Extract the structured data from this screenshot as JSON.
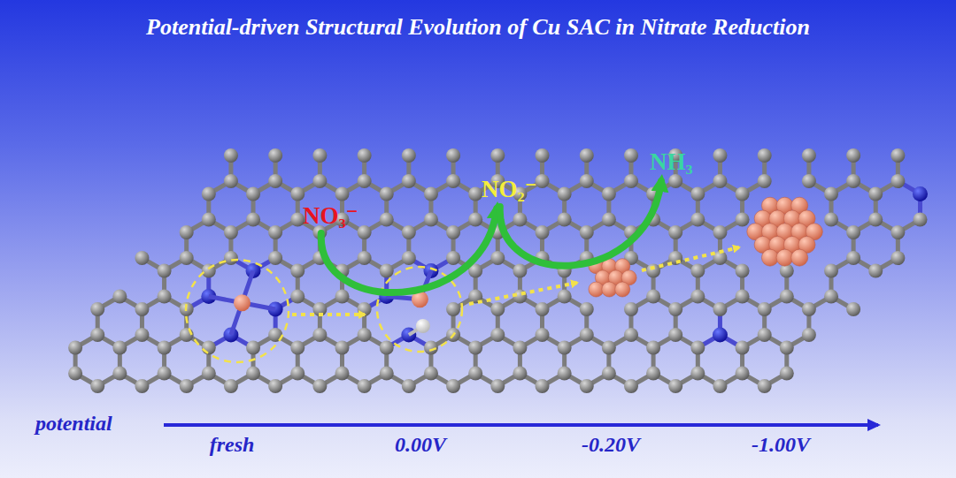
{
  "diagram": {
    "title": "Potential-driven Structural Evolution of Cu SAC in Nitrate Reduction",
    "nodes": [
      {
        "text": [
          "NO₃⁻"
        ]
      },
      {
        "text": [
          "NO₂⁻"
        ]
      },
      {
        "text": [
          "NH₃"
        ]
      }
    ],
    "edges": [
      {
        "from": 0,
        "to": 1,
        "arrow": "to"
      },
      {
        "from": 1,
        "to": 2,
        "arrow": "to"
      }
    ],
    "labels": [
      "potential",
      "fresh",
      "0.00V",
      "-0.20V",
      "-1.00V"
    ]
  }
}
